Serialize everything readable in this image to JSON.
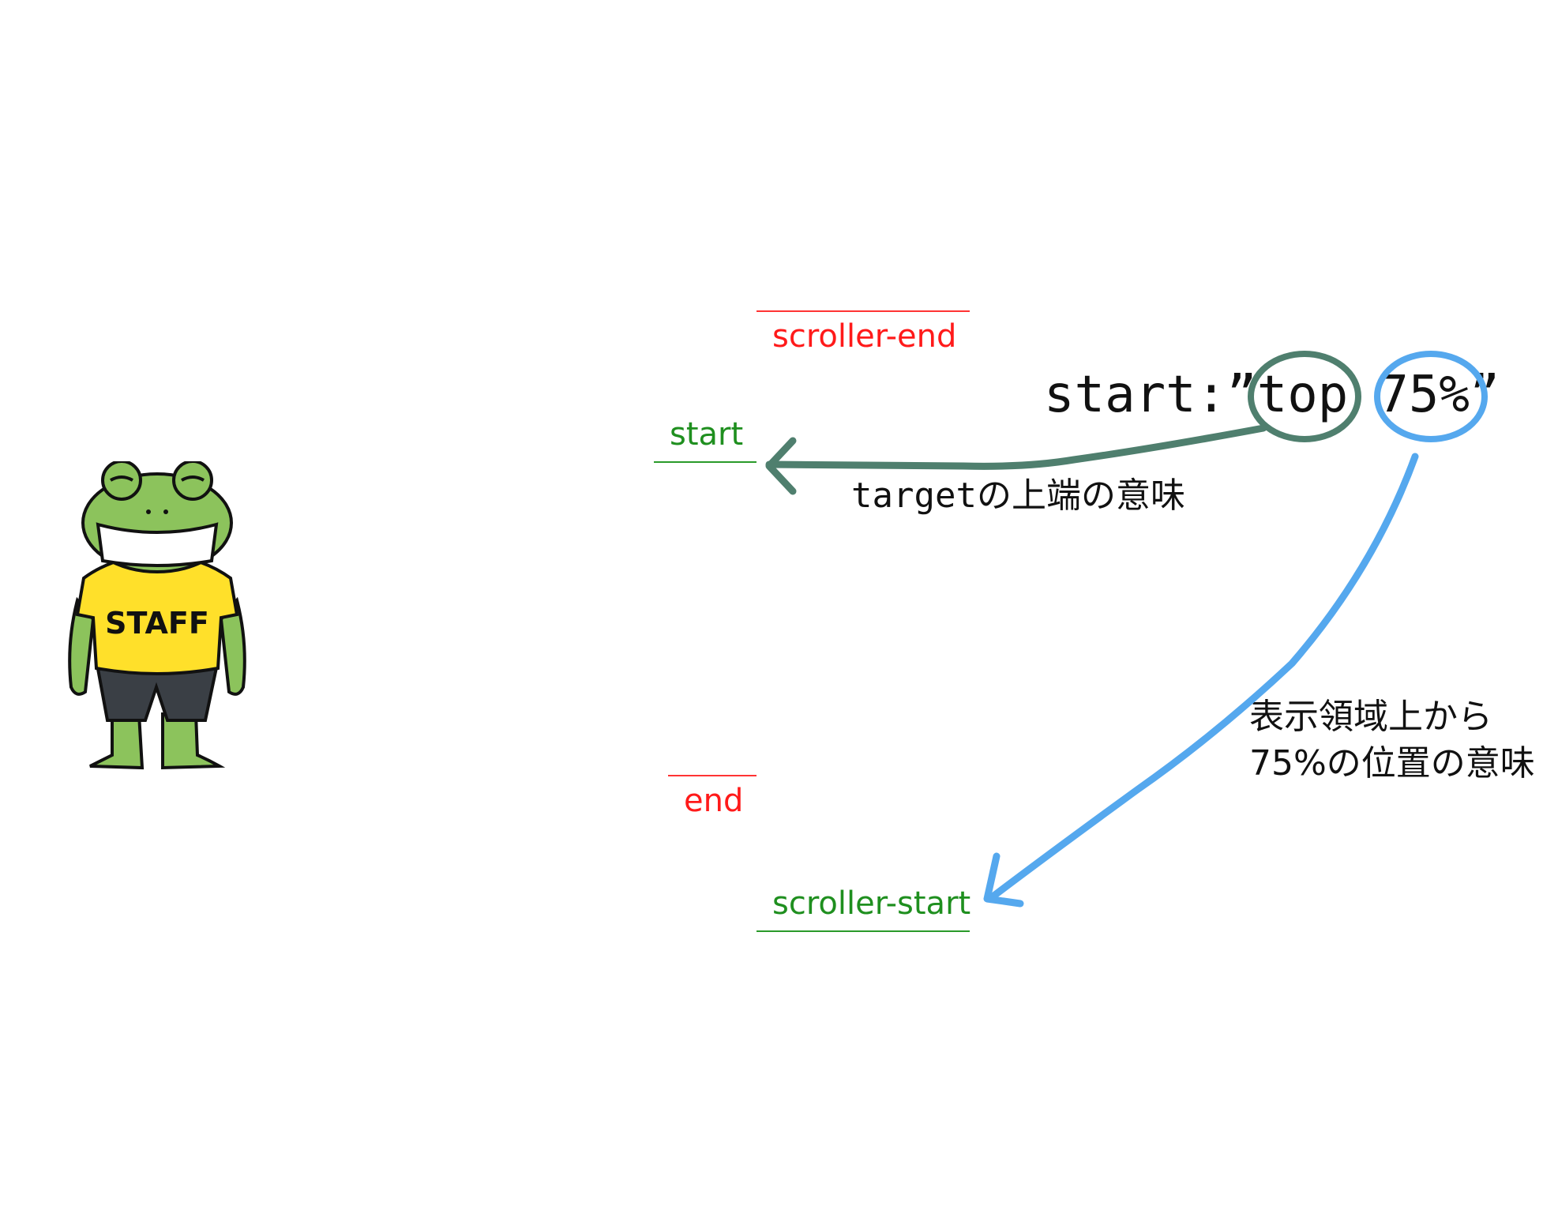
{
  "markers": {
    "scroller_end": "scroller-end",
    "start": "start",
    "end": "end",
    "scroller_start": "scroller-start"
  },
  "code": {
    "prefix": "start:”",
    "keyword_top": "top",
    "space": " ",
    "keyword_pct": "75%",
    "suffix": "”"
  },
  "notes": {
    "target_top": {
      "mono": "target",
      "rest": "の上端の意味"
    },
    "viewport_line1": "表示領域上から",
    "viewport_line2": "75%の位置の意味"
  },
  "mascot": {
    "shirt_text": "STAFF"
  },
  "colors": {
    "red_marker": "#ff1a1a",
    "green_marker": "#1f8f1f",
    "top_circle": "#4f7f6e",
    "pct_circle": "#55a8ee",
    "frog_skin": "#8cc35c",
    "shirt": "#ffe02a",
    "shorts": "#3a3f45"
  },
  "icons": {
    "frog": "frog-staff-mascot-icon",
    "arrow_top": "arrow-left-icon",
    "arrow_pct": "arrow-down-left-icon"
  }
}
